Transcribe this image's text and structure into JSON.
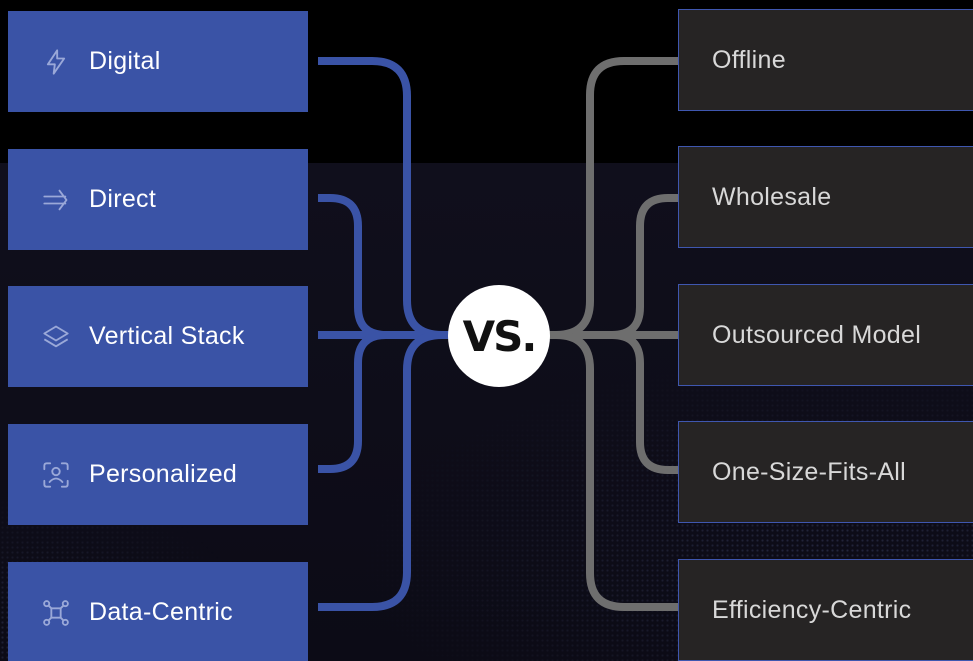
{
  "left_items": [
    {
      "label": "Digital",
      "icon": "lightning-icon"
    },
    {
      "label": "Direct",
      "icon": "double-arrow-right-icon"
    },
    {
      "label": "Vertical Stack",
      "icon": "layers-icon"
    },
    {
      "label": "Personalized",
      "icon": "person-scan-icon"
    },
    {
      "label": "Data-Centric",
      "icon": "network-nodes-icon"
    }
  ],
  "center": {
    "label": "VS."
  },
  "right_items": [
    {
      "label": "Offline"
    },
    {
      "label": "Wholesale"
    },
    {
      "label": "Outsourced Model"
    },
    {
      "label": "One-Size-Fits-All"
    },
    {
      "label": "Efficiency-Centric"
    }
  ],
  "colors": {
    "left_box": "#3a53a6",
    "right_box": "#262424",
    "right_border": "#3f57b0",
    "left_connector": "#3a53a6",
    "right_connector": "#6e6e6e",
    "center_circle": "#ffffff"
  }
}
